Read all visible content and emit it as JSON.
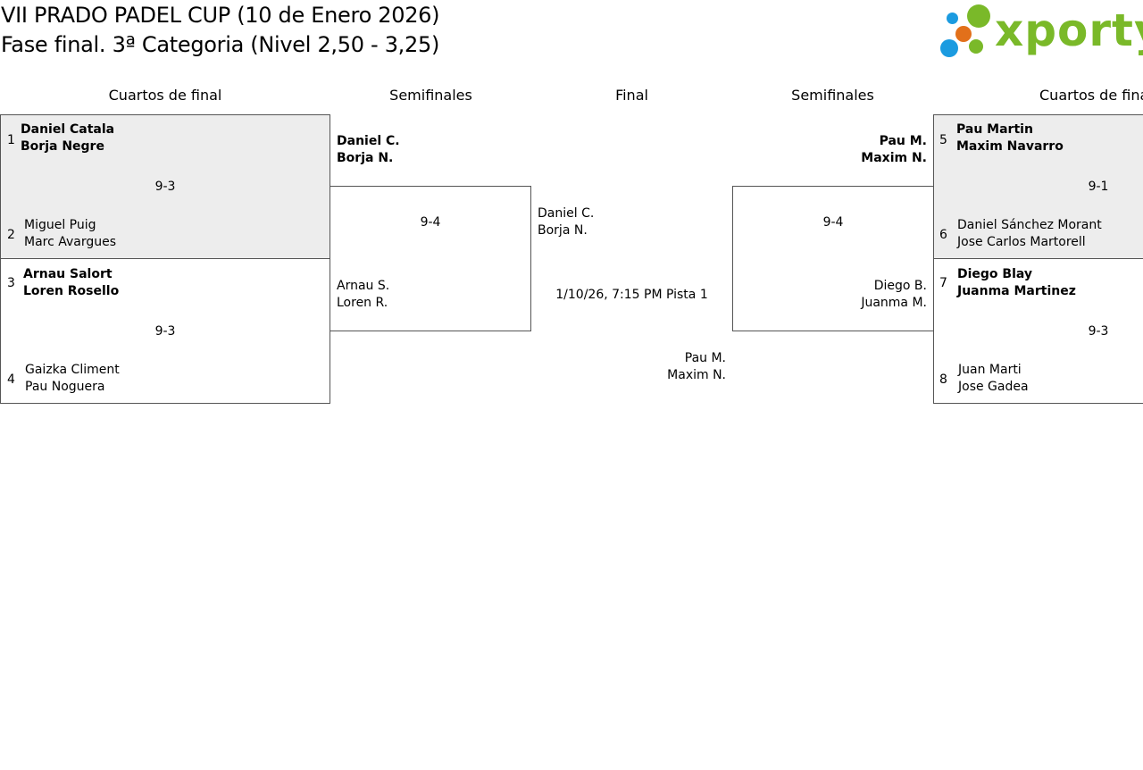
{
  "header": {
    "title_line1": "VII PRADO PADEL CUP (10 de Enero 2026)",
    "title_line2": "Fase final. 3ª Categoria (Nivel 2,50 - 3,25)",
    "logo_text": "xporty"
  },
  "rounds": {
    "left_qf": "Cuartos de final",
    "left_sf": "Semifinales",
    "final": "Final",
    "right_sf": "Semifinales",
    "right_qf": "Cuartos de final"
  },
  "left_qf": [
    {
      "top_seed": "1",
      "top_p1": "Daniel Catala",
      "top_p2": "Borja Negre",
      "score": "9-3",
      "bot_seed": "2",
      "bot_p1": "Miguel Puig",
      "bot_p2": "Marc Avargues"
    },
    {
      "top_seed": "3",
      "top_p1": "Arnau Salort",
      "top_p2": "Loren Rosello",
      "score": "9-3",
      "bot_seed": "4",
      "bot_p1": "Gaizka Climent",
      "bot_p2": "Pau Noguera"
    }
  ],
  "right_qf": [
    {
      "top_seed": "5",
      "top_p1": "Pau Martin",
      "top_p2": "Maxim Navarro",
      "score": "9-1",
      "bot_seed": "6",
      "bot_p1": "Daniel Sánchez Morant",
      "bot_p2": "Jose Carlos Martorell"
    },
    {
      "top_seed": "7",
      "top_p1": "Diego Blay",
      "top_p2": "Juanma Martinez",
      "score": "9-3",
      "bot_seed": "8",
      "bot_p1": "Juan Marti",
      "bot_p2": "Jose Gadea"
    }
  ],
  "left_sf": {
    "top_p1": "Daniel C.",
    "top_p2": "Borja N.",
    "score": "9-4",
    "bot_p1": "Arnau S.",
    "bot_p2": "Loren R."
  },
  "right_sf": {
    "top_p1": "Pau M.",
    "top_p2": "Maxim N.",
    "score": "9-4",
    "bot_p1": "Diego B.",
    "bot_p2": "Juanma M."
  },
  "final": {
    "left_p1": "Daniel C.",
    "left_p2": "Borja N.",
    "schedule": "1/10/26, 7:15 PM Pista 1",
    "right_p1": "Pau M.",
    "right_p2": "Maxim N."
  },
  "colors": {
    "shaded_box": "#ededed",
    "logo_green": "#7ab929",
    "logo_blue": "#1b9be0",
    "logo_orange": "#e2701a"
  }
}
